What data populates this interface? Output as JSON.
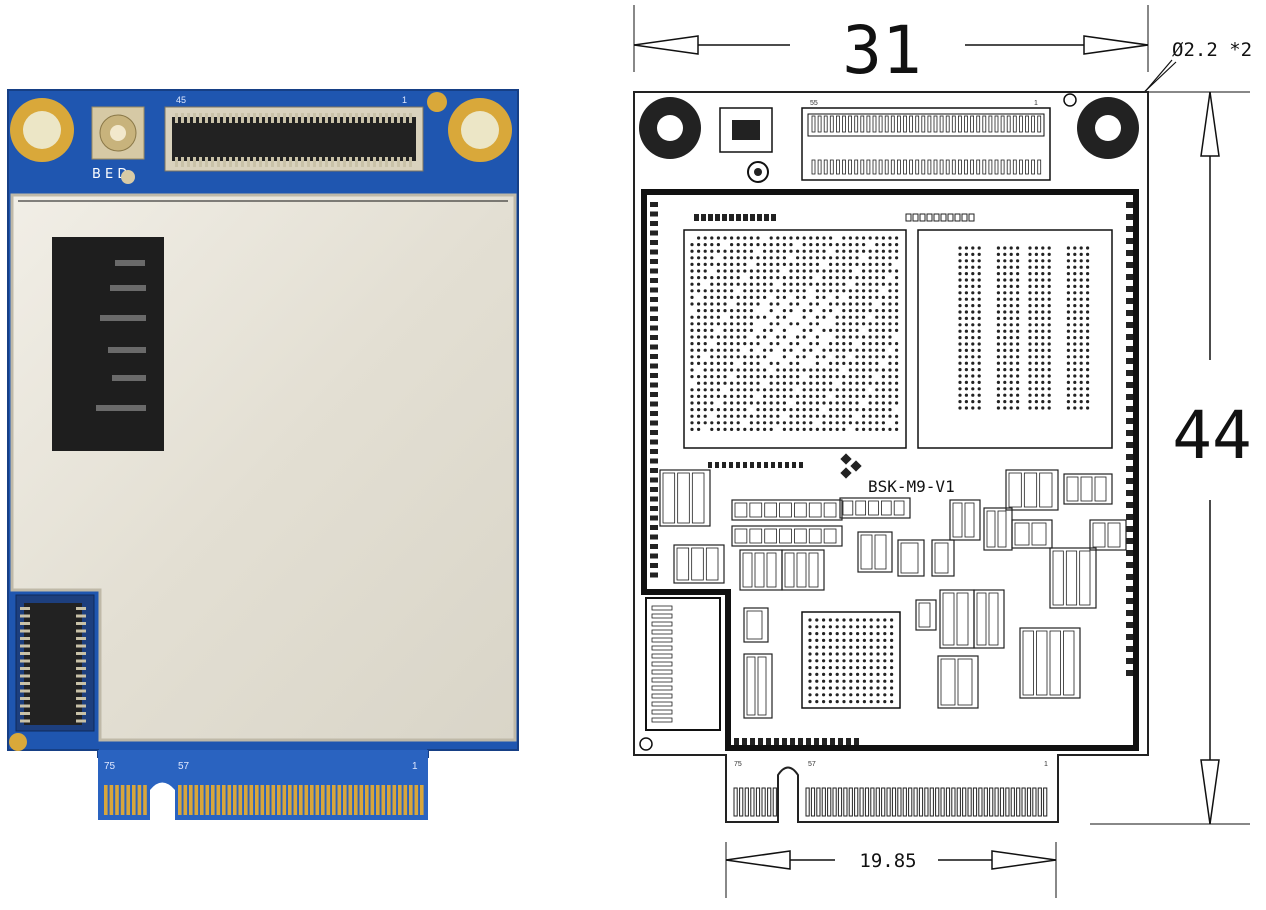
{
  "photo": {
    "pad_left": "75",
    "pad_mid": "57",
    "pad_right": "1",
    "conn_top_left": "45",
    "conn_top_right": "1",
    "pcb_marking": "B E D"
  },
  "drawing": {
    "width_label": "31",
    "height_label": "44",
    "notch_label": "19.85",
    "hole_label": "Ø2.2 *2",
    "board_label": "BSK-M9-V1",
    "edge_75": "75",
    "edge_57": "57",
    "edge_1": "1",
    "fpc_left": "55",
    "fpc_right": "1"
  },
  "colors": {
    "pcb_blue": "#1f56b0",
    "shield": "#e8e4d8",
    "gold": "#d8a63c",
    "chip": "#1e1e1e"
  }
}
